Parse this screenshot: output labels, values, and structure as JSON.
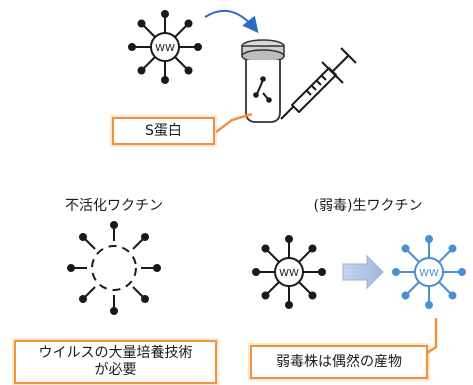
{
  "protein_box": {
    "text": "S蛋白"
  },
  "inactivated": {
    "title": "不活化ワクチン",
    "note_line1": "ウイルスの大量培養技術",
    "note_line2": "が必要"
  },
  "live": {
    "title": "(弱毒)生ワクチン",
    "note": "弱毒株は偶然の産物"
  },
  "virus_core_text": "WW",
  "colors": {
    "dark": "#1a1a1a",
    "blue": "#4a8fd1",
    "arrow_blue": "#2f6bbf",
    "orange": "#f2923f",
    "gray_arrow": "#a9bde0"
  }
}
